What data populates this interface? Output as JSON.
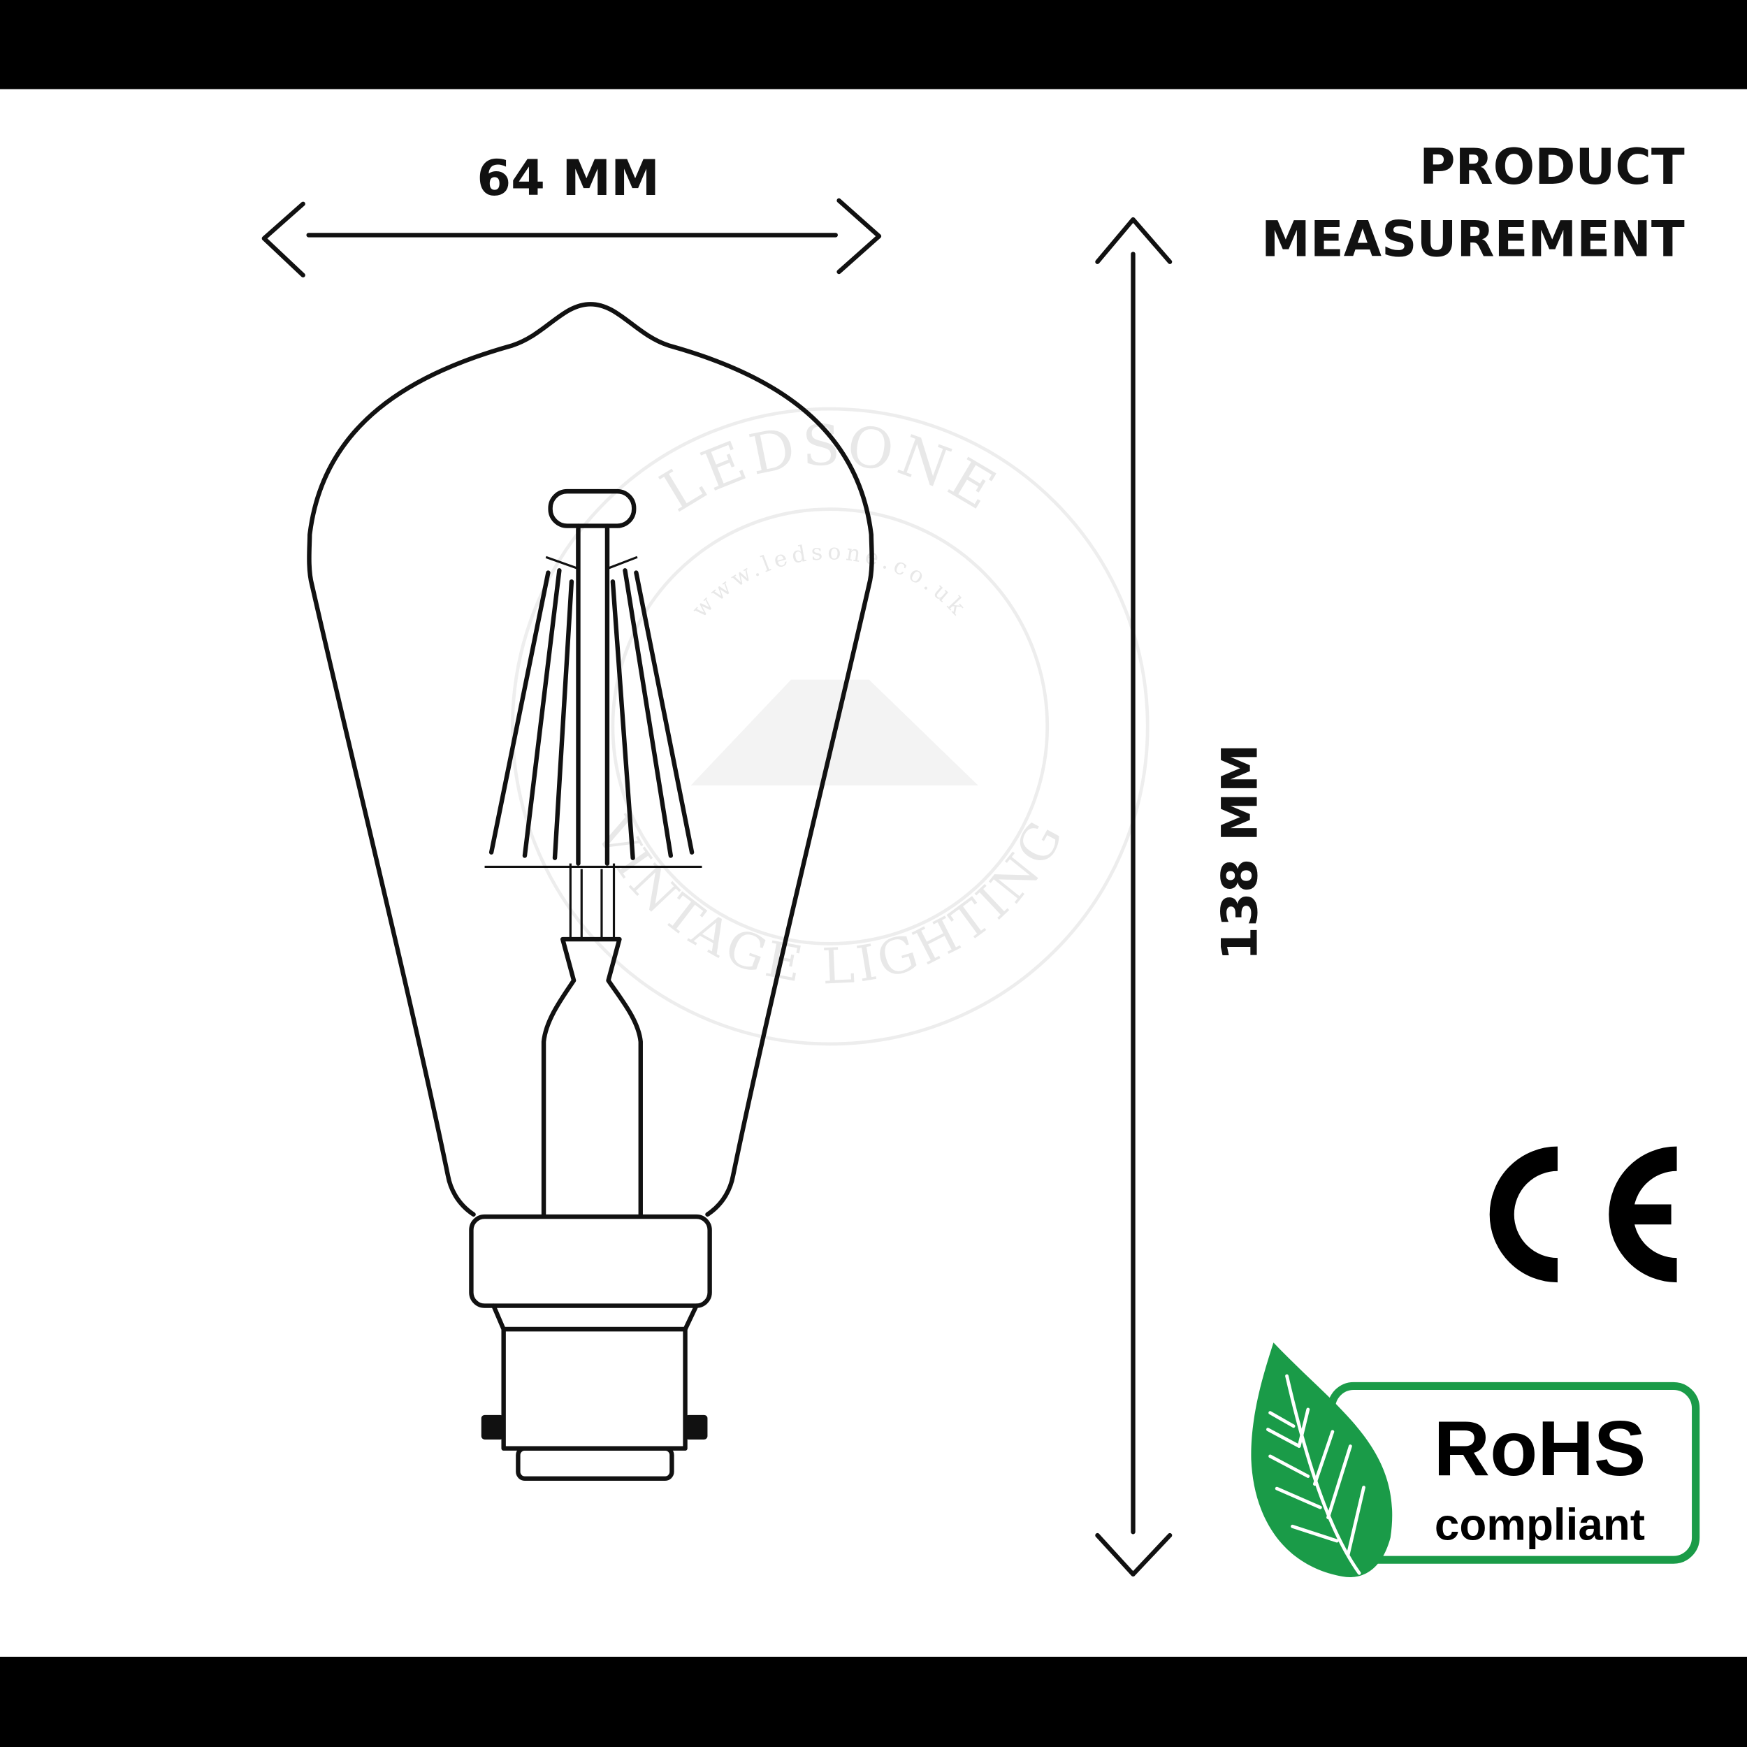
{
  "dimensions": {
    "width_label": "64 MM",
    "height_label": "138 MM"
  },
  "heading": {
    "line1": "PRODUCT",
    "line2": "MEASUREMENT"
  },
  "watermark": {
    "brand": "LEDSONE",
    "url": "www.ledsone.co.uk",
    "tagline": "VINTAGE LIGHTING"
  },
  "badges": {
    "ce": "CE",
    "rohs_title": "RoHS",
    "rohs_sub": "compliant"
  },
  "colors": {
    "rohs_green": "#1a9b48",
    "frame": "#000000",
    "line": "#111111"
  }
}
